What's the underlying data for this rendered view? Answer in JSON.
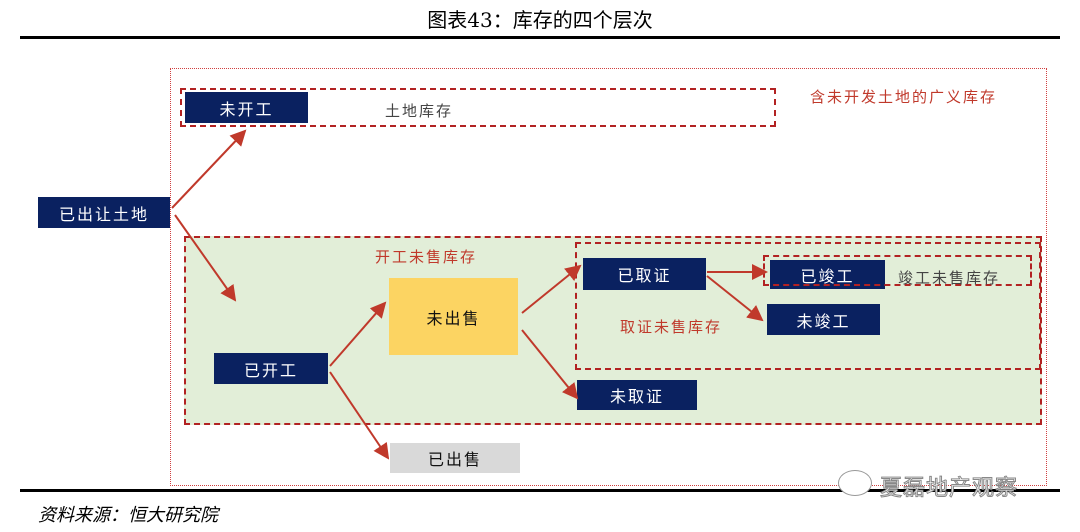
{
  "title": "图表43：库存的四个层次",
  "nodes": {
    "transferred_land": "已出让土地",
    "not_started": "未开工",
    "started": "已开工",
    "unsold": "未出售",
    "sold": "已出售",
    "certified": "已取证",
    "uncertified": "未取证",
    "completed": "已竣工",
    "uncompleted": "未竣工"
  },
  "groups": {
    "broad_inventory": "含未开发土地的广义库存",
    "land_inventory": "土地库存",
    "started_unsold_inventory": "开工未售库存",
    "certified_unsold_inventory": "取证未售库存",
    "completed_unsold_inventory": "竣工未售库存"
  },
  "source": "资料来源：恒大研究院",
  "watermark": "夏磊地产观察",
  "colors": {
    "node": "#0a2160",
    "unsold": "#fcd462",
    "sold": "#d9d9d9",
    "area": "#e2eed8",
    "accent": "#c0392b"
  }
}
